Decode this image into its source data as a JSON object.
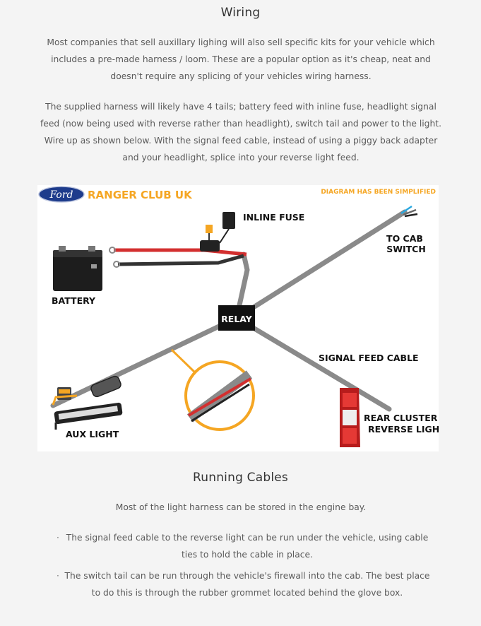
{
  "section_wiring": {
    "title": "Wiring",
    "para1": "Most companies that sell auxillary lighing will also sell specific kits for your vehicle which includes a pre-made harness / loom. These are a popular option as it's cheap, neat and doesn't require any splicing of your vehicles wiring harness.",
    "para2a": "The supplied harness will likely have 4 tails; battery feed with inline fuse, headlight signal feed (now being used with reverse rather than headlight), switch tail and power to the light.",
    "para2b": "Wire up as shown below. With the signal feed cable, instead of using a piggy back adapter and your headlight, splice into your reverse light feed."
  },
  "diagram": {
    "logo_text": "Ford",
    "club_name": "RANGER CLUB UK",
    "note": "DIAGRAM HAS BEEN SIMPLIFIED",
    "labels": {
      "inline_fuse": "INLINE FUSE",
      "battery": "BATTERY",
      "relay": "RELAY",
      "to_cab_switch_1": "TO CAB",
      "to_cab_switch_2": "SWITCH",
      "signal_feed": "SIGNAL FEED CABLE",
      "rear_cluster_1": "REAR CLUSTER /",
      "rear_cluster_2": "REVERSE LIGHT",
      "aux_light": "AUX LIGHT"
    },
    "colors": {
      "harness": "#8a8a8a",
      "orange": "#f5a623",
      "red_wire": "#d32f2f",
      "black_wire": "#333333",
      "ford_blue": "#1e3c8c"
    }
  },
  "section_running": {
    "title": "Running Cables",
    "intro": "Most of the light harness can be stored in the engine bay.",
    "bullets": [
      "The signal feed cable to the reverse light can be run under the vehicle, using cable ties to hold the cable in place.",
      "The switch tail can be run through the vehicle's firewall into the cab. The best place to do this is through the rubber grommet located behind the glove box."
    ]
  }
}
